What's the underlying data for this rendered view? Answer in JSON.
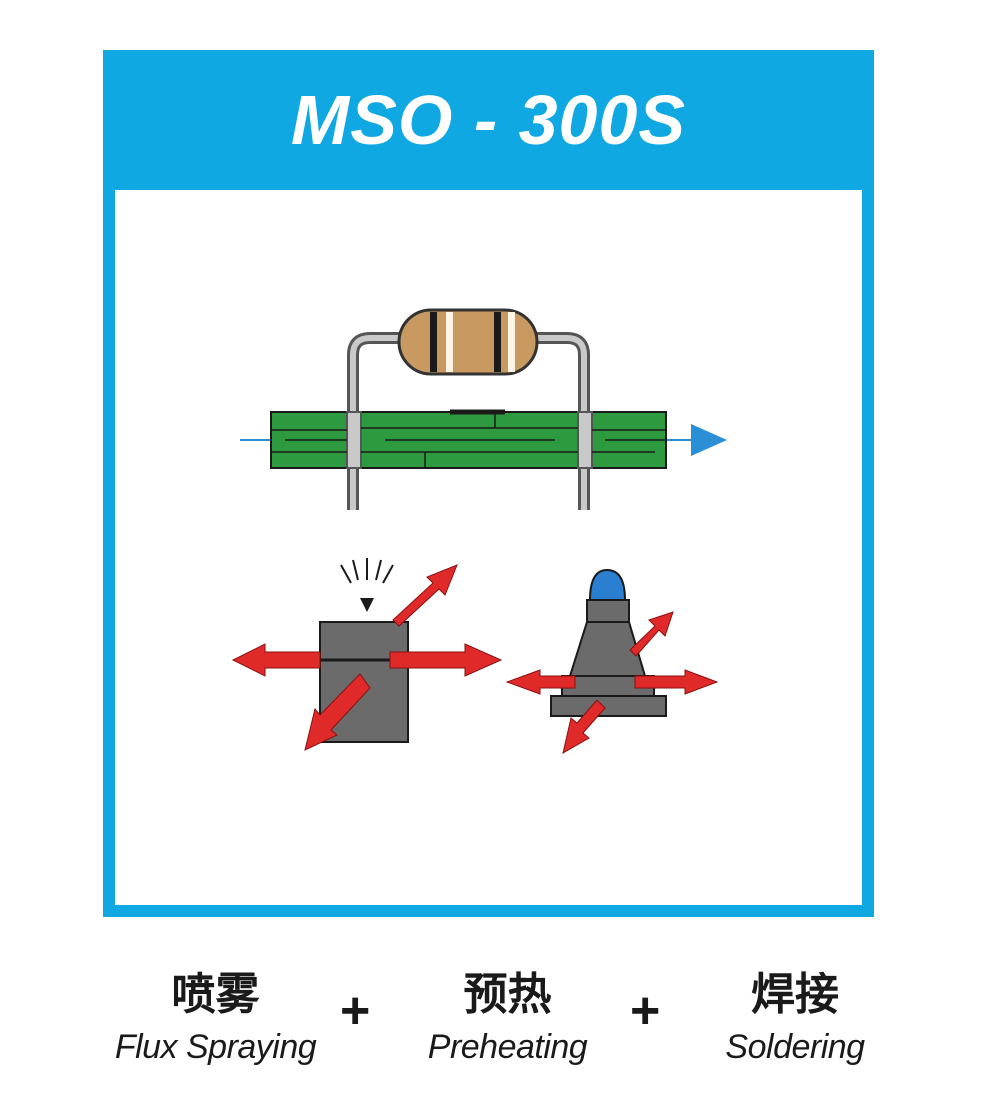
{
  "title": "MSO - 300S",
  "colors": {
    "frame": "#0fa8e3",
    "pcb": "#2e9a3f",
    "arrow": "#e02a2a",
    "conveyor_arrow": "#2a8fd6",
    "component_body": "#c89a62",
    "nozzle_tip": "#2a7fd0",
    "gray": "#6b6b6b"
  },
  "steps": [
    {
      "cn": "喷雾",
      "en": "Flux Spraying"
    },
    {
      "cn": "预热",
      "en": "Preheating"
    },
    {
      "cn": "焊接",
      "en": "Soldering"
    }
  ],
  "separator": "+"
}
